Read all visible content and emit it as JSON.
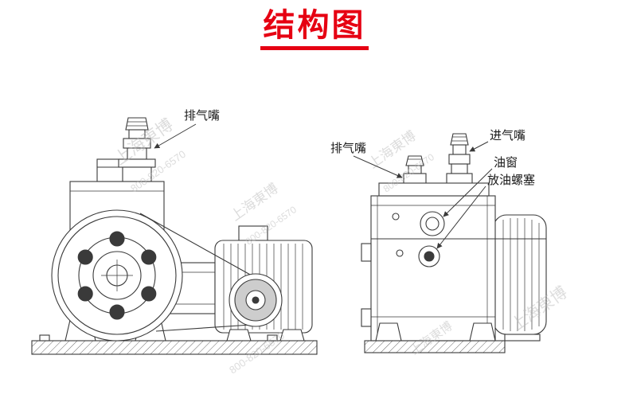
{
  "title": {
    "text": "结构图",
    "color": "#e60012"
  },
  "labels": {
    "left_exhaust": "排气嘴",
    "right_exhaust": "排气嘴",
    "intake": "进气嘴",
    "oil_window": "油窗",
    "drain_plug": "放油螺塞"
  },
  "watermark": {
    "company": "上海東博",
    "phone": "800-820-6570",
    "color": "#b9b9b9"
  },
  "diagram": {
    "ink_color": "#3a3a3a",
    "background": "#ffffff"
  }
}
